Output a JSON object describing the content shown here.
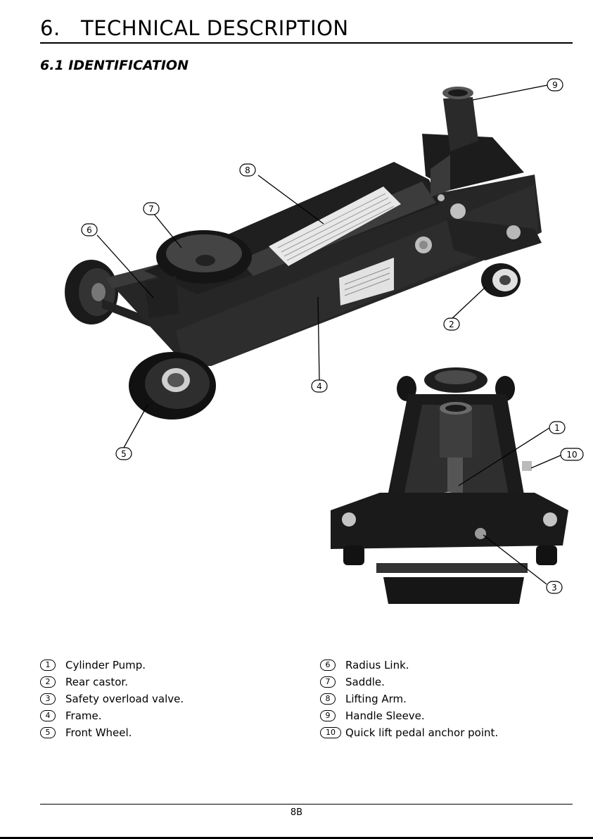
{
  "header": {
    "section_number": "6.",
    "section_title": "TECHNICAL DESCRIPTION",
    "subsection_title": "6.1 IDENTIFICATION"
  },
  "figure": {
    "callouts": [
      "1",
      "2",
      "3",
      "4",
      "5",
      "6",
      "7",
      "8",
      "9",
      "10"
    ]
  },
  "legend": {
    "left": [
      {
        "num": "1",
        "label": "Cylinder Pump."
      },
      {
        "num": "2",
        "label": "Rear castor."
      },
      {
        "num": "3",
        "label": "Safety overload valve."
      },
      {
        "num": "4",
        "label": "Frame."
      },
      {
        "num": "5",
        "label": "Front Wheel."
      }
    ],
    "right": [
      {
        "num": "6",
        "label": "Radius Link."
      },
      {
        "num": "7",
        "label": "Saddle."
      },
      {
        "num": "8",
        "label": "Lifting Arm."
      },
      {
        "num": "9",
        "label": "Handle Sleeve."
      },
      {
        "num": "10",
        "label": "Quick lift pedal anchor point."
      }
    ]
  },
  "footer": {
    "page_number": "8B"
  }
}
